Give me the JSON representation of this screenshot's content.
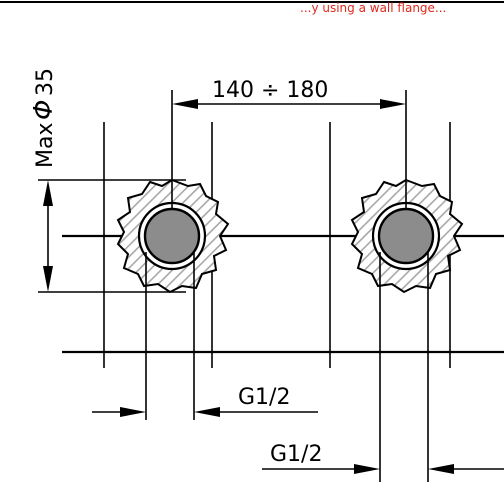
{
  "header_fragment": "...y using a wall flange...",
  "labels": {
    "max_diameter_prefix": "Max",
    "max_diameter_symbol": "Φ",
    "max_diameter_value": "35",
    "center_distance": "140 ÷ 180",
    "thread_left": "G1/2",
    "thread_right": "G1/2"
  },
  "colors": {
    "line": "#000000",
    "pipe_fill": "#8c8c8c",
    "hatch": "#9a9a9a",
    "red_text": "#e0291c",
    "background": "#ffffff"
  }
}
